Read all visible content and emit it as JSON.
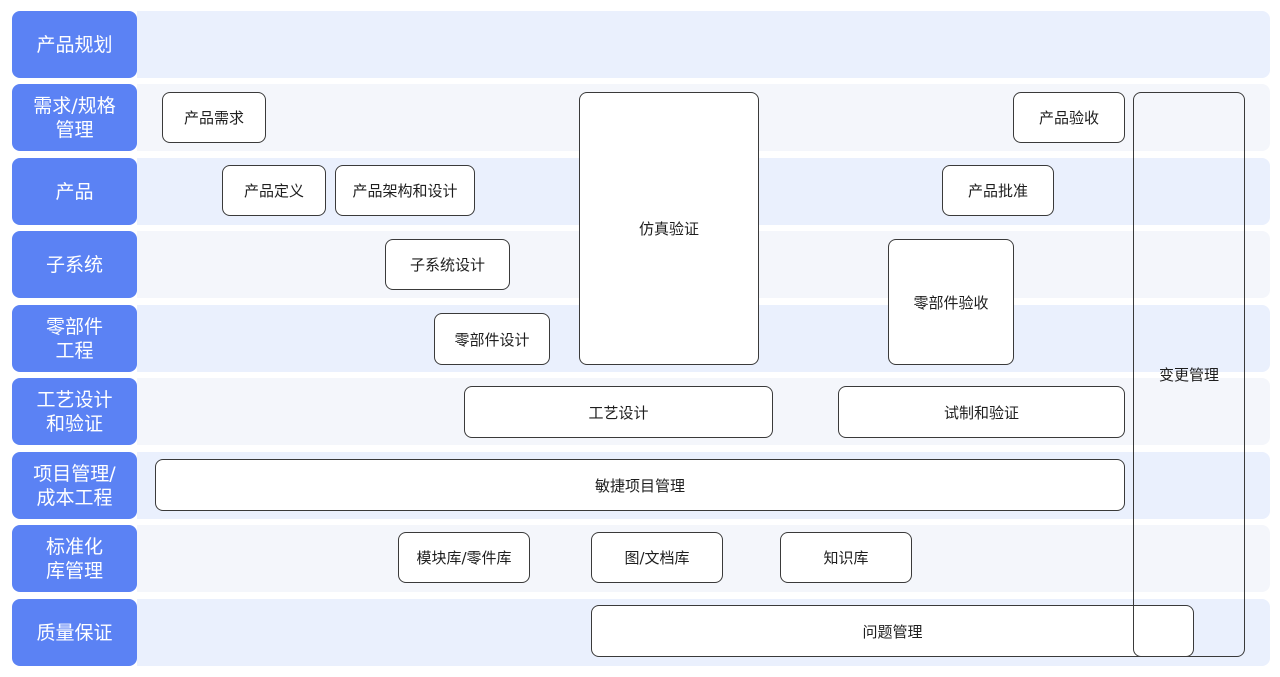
{
  "lanes": [
    {
      "label": "产品规划"
    },
    {
      "label": "需求/规格\n管理"
    },
    {
      "label": "产品"
    },
    {
      "label": "子系统"
    },
    {
      "label": "零部件\n工程"
    },
    {
      "label": "工艺设计\n和验证"
    },
    {
      "label": "项目管理/\n成本工程"
    },
    {
      "label": "标准化\n库管理"
    },
    {
      "label": "质量保证"
    }
  ],
  "boxes": {
    "product_requirements": "产品需求",
    "simulation_validation": "仿真验证",
    "product_acceptance": "产品验收",
    "change_management": "变更管理",
    "product_definition": "产品定义",
    "product_architecture_design": "产品架构和设计",
    "product_approval": "产品批准",
    "subsystem_design": "子系统设计",
    "component_acceptance": "零部件验收",
    "component_design": "零部件设计",
    "process_design": "工艺设计",
    "trial_production_validation": "试制和验证",
    "agile_project_management": "敏捷项目管理",
    "module_parts_library": "模块库/零件库",
    "drawing_document_library": "图/文档库",
    "knowledge_base": "知识库",
    "issue_management": "问题管理"
  },
  "colors": {
    "lane_label_bg": "#5b82f4",
    "lane_bg_a": "#eaf0fd",
    "lane_bg_b": "#f4f6fb",
    "box_border": "#3a3a3a"
  }
}
